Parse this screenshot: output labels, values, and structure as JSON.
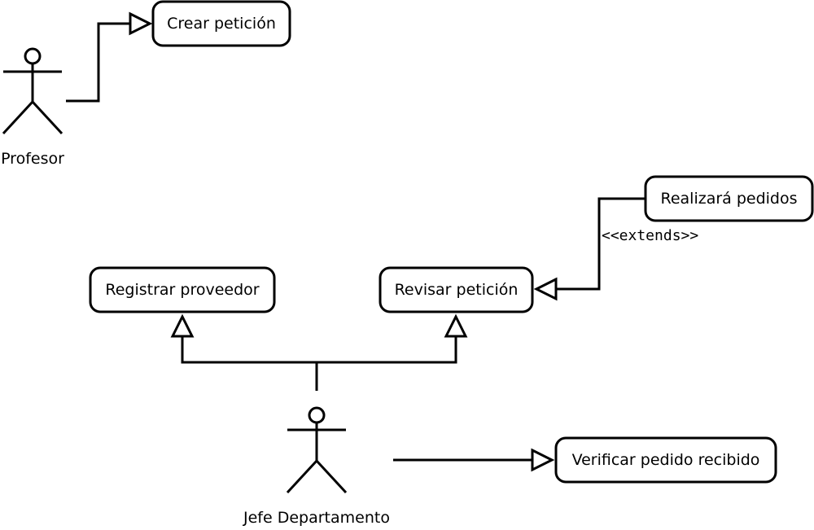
{
  "actors": {
    "profesor": {
      "label": "Profesor"
    },
    "jefe": {
      "label": "Jefe Departamento"
    }
  },
  "use_cases": {
    "crear_peticion": {
      "label": "Crear petición"
    },
    "realizara_pedidos": {
      "label": "Realizará pedidos"
    },
    "registrar_proveedor": {
      "label": "Registrar proveedor"
    },
    "revisar_peticion": {
      "label": "Revisar petición"
    },
    "verificar_pedido": {
      "label": "Verificar pedido recibido"
    }
  },
  "relations": {
    "extends_label": "<<extends>>"
  }
}
